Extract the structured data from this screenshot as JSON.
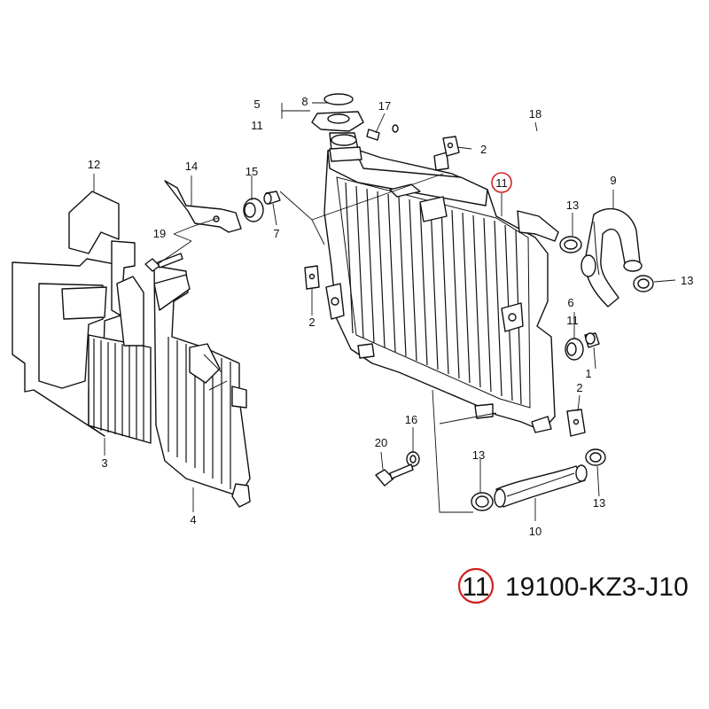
{
  "diagram": {
    "labels": {
      "l1": "1",
      "l2a": "2",
      "l2b": "2",
      "l2c": "2",
      "l3": "3",
      "l4": "4",
      "l5": "5",
      "l6": "6",
      "l7": "7",
      "l8": "8",
      "l9": "9",
      "l10": "10",
      "l11a": "11",
      "l11b": "11",
      "l11c": "11",
      "l12": "12",
      "l13a": "13",
      "l13b": "13",
      "l13c": "13",
      "l13d": "13",
      "l14": "14",
      "l15": "15",
      "l16": "16",
      "l17": "17",
      "l18": "18",
      "l19": "19",
      "l20": "20"
    },
    "highlight": {
      "ref_number": "11",
      "part_number": "19100-KZ3-J10",
      "ring_color": "#d32020"
    }
  }
}
